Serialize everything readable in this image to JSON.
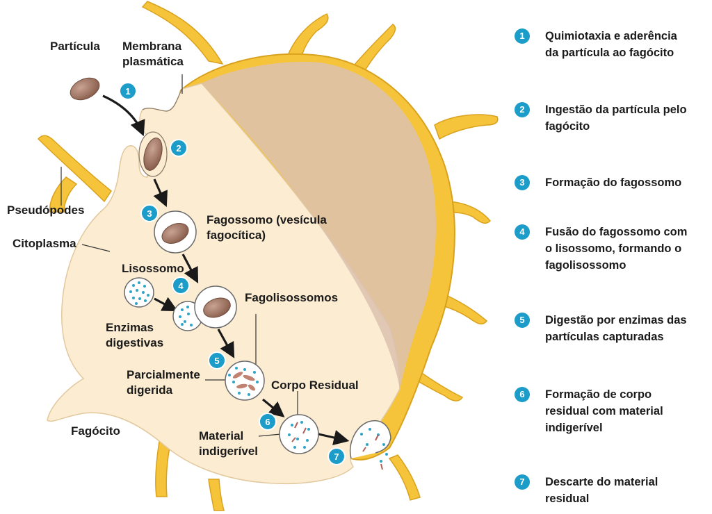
{
  "labels": {
    "particula": "Partícula",
    "membrana": "Membrana\nplasmática",
    "pseudopodes": "Pseudópodes",
    "citoplasma": "Citoplasma",
    "fagossomo": "Fagossomo (vesícula\nfagocítica)",
    "lisossomo": "Lisossomo",
    "fagolisossomos": "Fagolisossomos",
    "enzimas": "Enzimas\ndigestivas",
    "parcialmente": "Parcialmente\ndigerida",
    "corpo_residual": "Corpo Residual",
    "material": "Material\nindigerível",
    "fagocito": "Fagócito"
  },
  "steps_in_figure": [
    "1",
    "2",
    "3",
    "4",
    "5",
    "6",
    "7"
  ],
  "legend": [
    {
      "num": "1",
      "text": "Quimiotaxia e aderência\nda partícula ao fagócito"
    },
    {
      "num": "2",
      "text": "Ingestão da partícula pelo\nfagócito"
    },
    {
      "num": "3",
      "text": "Formação do fagossomo"
    },
    {
      "num": "4",
      "text": "Fusão do fagossomo com\no lisossomo, formando o\nfagolisossomo"
    },
    {
      "num": "5",
      "text": "Digestão por enzimas das\npartículas capturadas"
    },
    {
      "num": "6",
      "text": "Formação de corpo\nresidual com material\nindigerível"
    },
    {
      "num": "7",
      "text": "Descarte do material\nresidual"
    }
  ],
  "colors": {
    "cell_outer": "#f6c43a",
    "cell_outer_dark": "#d9a21e",
    "cytoplasm": "#fbecd2",
    "cut_face": "#dcc2b0",
    "particle": "#a47a68",
    "badge": "#1c9cc8",
    "dots": "#2fa5c8",
    "arrow": "#1a1a1a"
  }
}
